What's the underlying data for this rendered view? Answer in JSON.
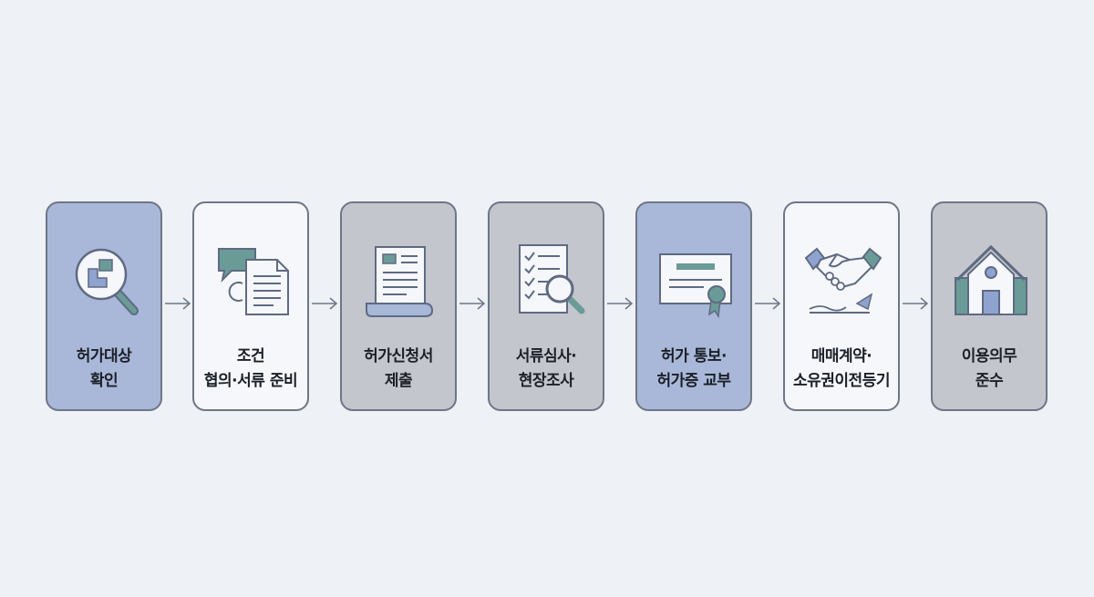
{
  "colors": {
    "background": "#eef1f5",
    "card_blue": "#a9b8d9",
    "card_white": "#f5f7fa",
    "card_gray": "#c3c6cd",
    "icon_teal": "#6b9b97",
    "icon_navy": "#5f6a82",
    "border": "#6e7687"
  },
  "steps": [
    {
      "line1": "허가대상",
      "line2": "확인",
      "icon": "search-icon",
      "style": "blue"
    },
    {
      "line1": "조건",
      "line2": "협의·서류 준비",
      "icon": "documents-chat-icon",
      "style": "white"
    },
    {
      "line1": "허가신청서",
      "line2": "제출",
      "icon": "application-form-icon",
      "style": "gray"
    },
    {
      "line1": "서류심사·",
      "line2": "현장조사",
      "icon": "checklist-magnifier-icon",
      "style": "gray"
    },
    {
      "line1": "허가 통보·",
      "line2": "허가증 교부",
      "icon": "certificate-icon",
      "style": "blue"
    },
    {
      "line1": "매매계약·",
      "line2": "소유권이전등기",
      "icon": "handshake-icon",
      "style": "white"
    },
    {
      "line1": "이용의무",
      "line2": "준수",
      "icon": "house-icon",
      "style": "gray"
    }
  ]
}
